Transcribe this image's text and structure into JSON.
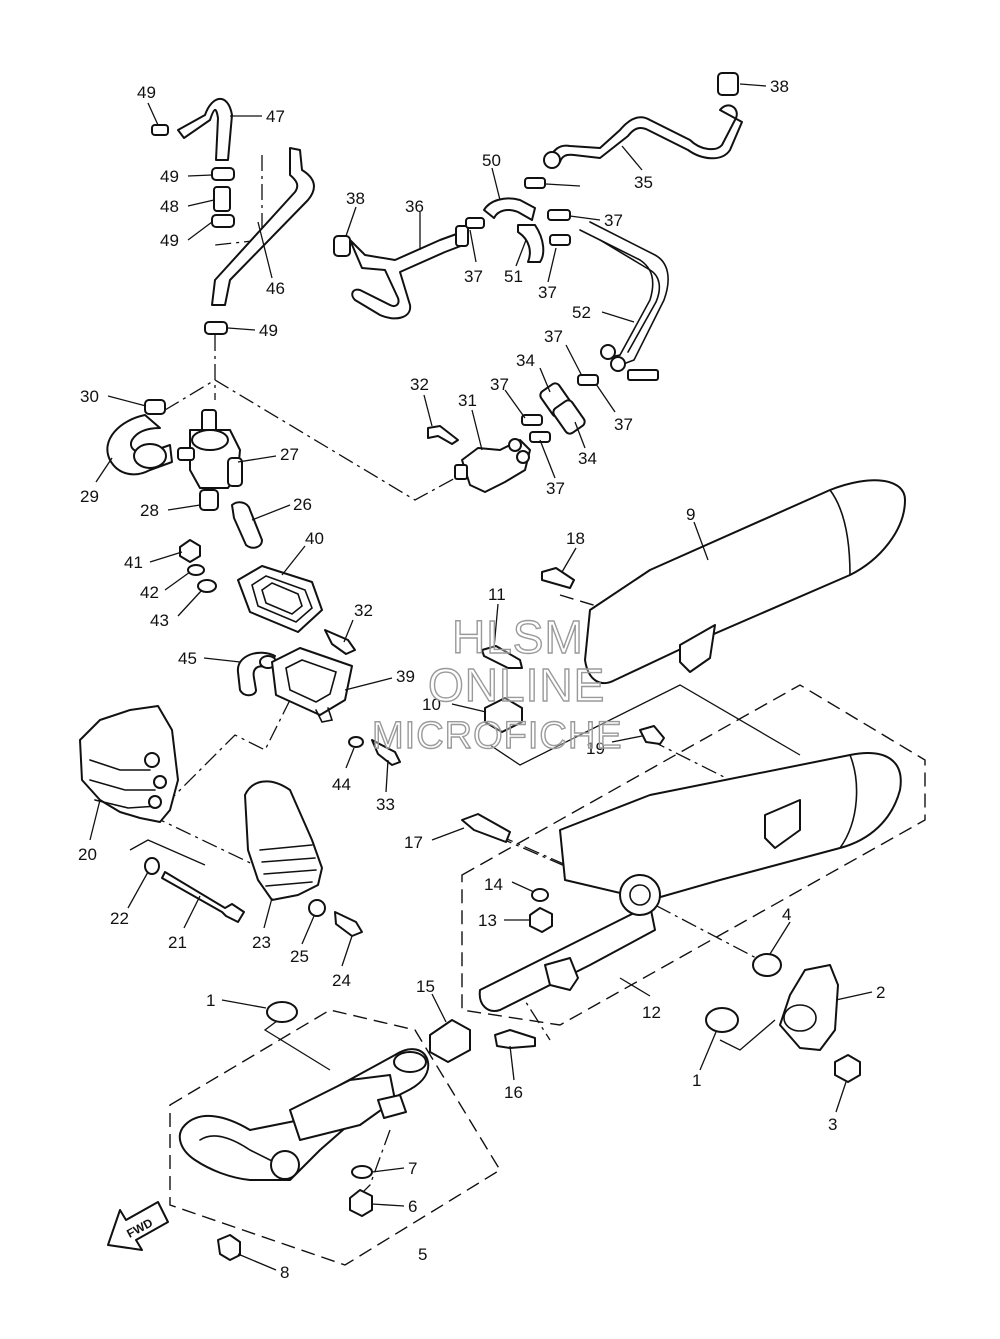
{
  "watermark": {
    "line1": "HLSM",
    "line2": "ONLINE",
    "line3": "MICROFICHE"
  },
  "direction_label": "FWD",
  "callouts": {
    "c1a": "1",
    "c1b": "1",
    "c2": "2",
    "c3": "3",
    "c4": "4",
    "c5": "5",
    "c6": "6",
    "c7": "7",
    "c8": "8",
    "c9": "9",
    "c10": "10",
    "c11": "11",
    "c12": "12",
    "c13": "13",
    "c14": "14",
    "c15": "15",
    "c16": "16",
    "c17": "17",
    "c18": "18",
    "c19": "19",
    "c20": "20",
    "c21": "21",
    "c22": "22",
    "c23": "23",
    "c24": "24",
    "c25": "25",
    "c26": "26",
    "c27": "27",
    "c28": "28",
    "c29": "29",
    "c30": "30",
    "c31": "31",
    "c32a": "32",
    "c32b": "32",
    "c33": "33",
    "c34a": "34",
    "c34b": "34",
    "c35": "35",
    "c36": "36",
    "c37a": "37",
    "c37b": "37",
    "c37c": "37",
    "c37d": "37",
    "c37e": "37",
    "c37f": "37",
    "c37g": "37",
    "c38a": "38",
    "c38b": "38",
    "c39": "39",
    "c40": "40",
    "c41": "41",
    "c42": "42",
    "c43": "43",
    "c44": "44",
    "c45": "45",
    "c46": "46",
    "c47": "47",
    "c48": "48",
    "c49a": "49",
    "c49b": "49",
    "c49c": "49",
    "c49d": "49",
    "c50": "50",
    "c51": "51",
    "c52": "52"
  }
}
